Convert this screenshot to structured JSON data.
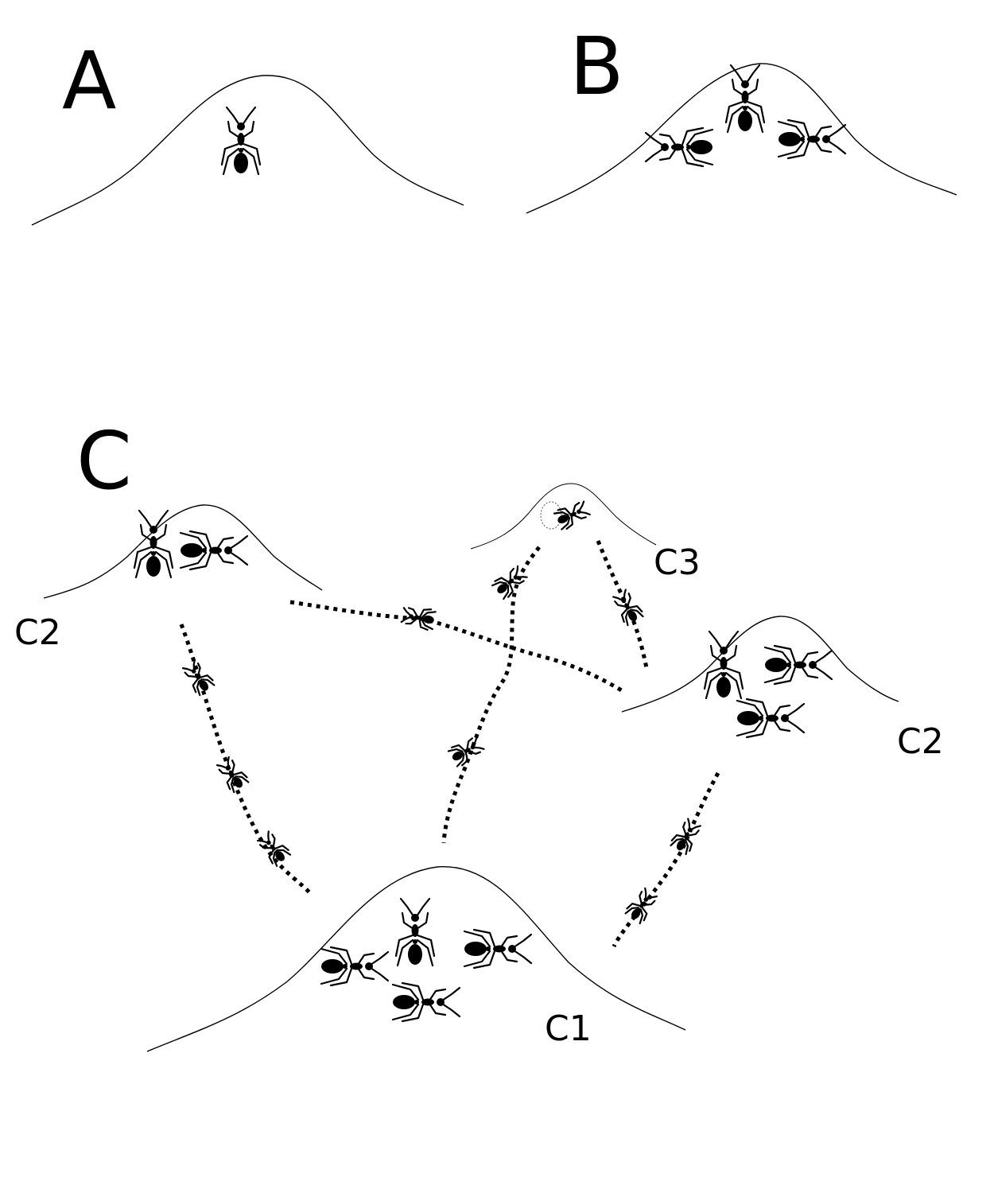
{
  "panels": {
    "a": {
      "letter": "A"
    },
    "b": {
      "letter": "B"
    },
    "c": {
      "letter": "C"
    }
  },
  "nests": {
    "c2_left": {
      "label": "C2"
    },
    "c3": {
      "label": "C3"
    },
    "c2_right": {
      "label": "C2"
    },
    "c1": {
      "label": "C1"
    }
  },
  "colors": {
    "ink": "#000000",
    "background": "#ffffff"
  }
}
